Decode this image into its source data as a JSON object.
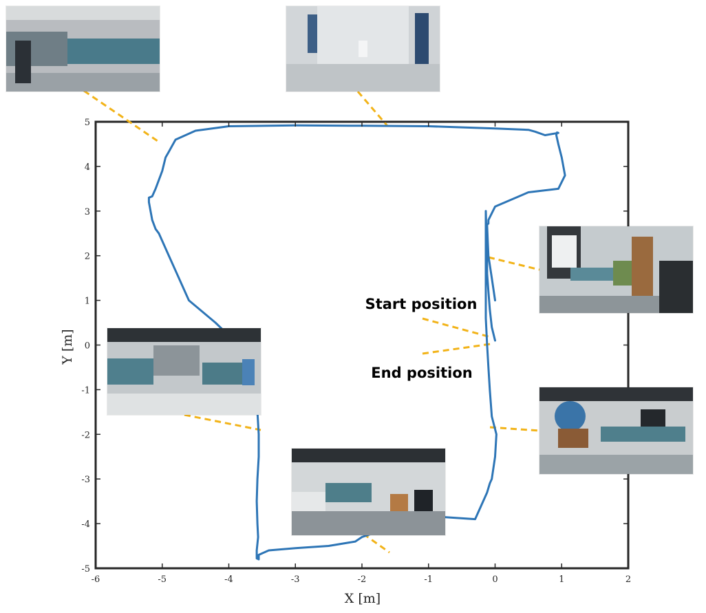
{
  "chart_data": {
    "type": "line",
    "title": "",
    "xlabel": "X [m]",
    "ylabel": "Y [m]",
    "xlim": [
      -6,
      2
    ],
    "ylim": [
      -5,
      5
    ],
    "xticks": [
      "-6",
      "-5",
      "-4",
      "-3",
      "-2",
      "-1",
      "0",
      "1",
      "2"
    ],
    "yticks": [
      "-5",
      "-4",
      "-3",
      "-2",
      "-1",
      "0",
      "1",
      "2",
      "3",
      "4",
      "5"
    ],
    "grid": false,
    "line_color": "#2d75b6",
    "leader_color": "#f2b318",
    "series": [
      {
        "x": [
          0.0,
          -0.05,
          -0.08,
          -0.1,
          -0.12,
          -0.12,
          -0.13,
          -0.14,
          -0.14,
          -0.12,
          -0.1,
          -0.08,
          -0.05,
          0.02,
          0.0,
          -0.05,
          -0.08,
          -0.12,
          -0.3,
          -0.8,
          -1.3,
          -1.8,
          -2.0,
          -2.1,
          -2.5,
          -3.0,
          -3.4,
          -3.55,
          -3.55,
          -3.56,
          -3.58,
          -3.58,
          -3.56,
          -3.57,
          -3.58,
          -3.57,
          -3.55,
          -3.55,
          -3.57,
          -3.6,
          -3.7,
          -3.85,
          -4.2,
          -4.6,
          -4.9,
          -5.05,
          -5.1,
          -5.15,
          -5.2,
          -5.2,
          -5.15,
          -5.1,
          -5.0,
          -4.95,
          -4.9,
          -4.8,
          -4.5,
          -4.0,
          -3.0,
          -2.0,
          -1.0,
          0.0,
          0.5,
          0.6,
          0.75,
          0.95,
          0.93,
          0.92,
          0.95,
          1.0,
          1.05,
          0.95,
          0.5,
          0.0,
          -0.1,
          -0.1,
          -0.12,
          -0.12,
          -0.11,
          -0.1,
          -0.05,
          0.0
        ],
        "y": [
          0.1,
          0.4,
          0.8,
          1.2,
          1.6,
          2.0,
          2.5,
          3.0,
          0.6,
          0.0,
          -0.5,
          -1.0,
          -1.6,
          -2.0,
          -2.5,
          -3.0,
          -3.1,
          -3.3,
          -3.9,
          -3.85,
          -4.0,
          -4.2,
          -4.3,
          -4.4,
          -4.5,
          -4.55,
          -4.6,
          -4.7,
          -4.8,
          -4.79,
          -4.78,
          -4.6,
          -4.3,
          -4.0,
          -3.5,
          -3.0,
          -2.5,
          -2.0,
          -1.5,
          -1.0,
          -0.5,
          0.0,
          0.5,
          1.0,
          2.0,
          2.5,
          2.6,
          2.8,
          3.2,
          3.3,
          3.33,
          3.5,
          3.9,
          4.2,
          4.33,
          4.6,
          4.8,
          4.9,
          4.92,
          4.91,
          4.9,
          4.85,
          4.82,
          4.78,
          4.7,
          4.75,
          4.76,
          4.7,
          4.5,
          4.2,
          3.8,
          3.5,
          3.42,
          3.1,
          2.8,
          2.72,
          2.7,
          2.68,
          2.3,
          2.0,
          1.5,
          1.0
        ]
      }
    ],
    "annotations": [
      "Start position",
      "End position"
    ]
  }
}
